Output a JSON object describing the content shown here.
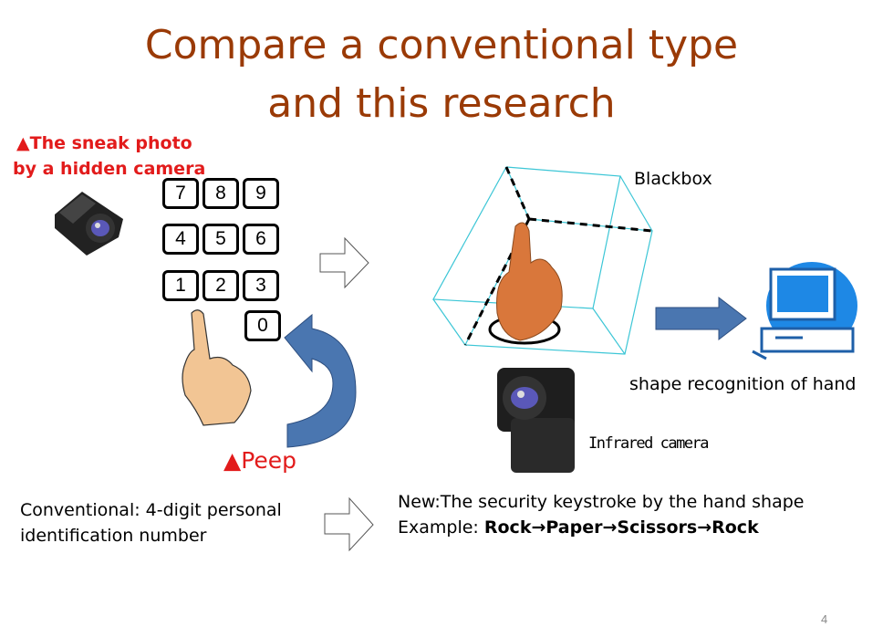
{
  "title": {
    "line1": "Compare a conventional type",
    "line2": "and this research"
  },
  "sneak_photo": {
    "line1": "▲The sneak photo",
    "line2": "by a hidden camera"
  },
  "keypad": {
    "keys": [
      "7",
      "8",
      "9",
      "4",
      "5",
      "6",
      "1",
      "2",
      "3",
      "0"
    ]
  },
  "peep_label": "▲Peep",
  "blackbox_label": "Blackbox",
  "infrared_camera_label": "Infrared camera",
  "recognition_label": "shape recognition of  hand",
  "conventional": {
    "line1": "Conventional: 4-digit personal",
    "line2": "identification number"
  },
  "new_method": {
    "line1": "New:The security keystroke by the hand shape",
    "example_prefix": "Example: ",
    "example_sequence": "Rock→Paper→Scissors→Rock"
  },
  "page_number": "4",
  "colors": {
    "title": "#9a3a06",
    "alert": "#e21b1b",
    "arrow_blue": "#4a76b0"
  }
}
